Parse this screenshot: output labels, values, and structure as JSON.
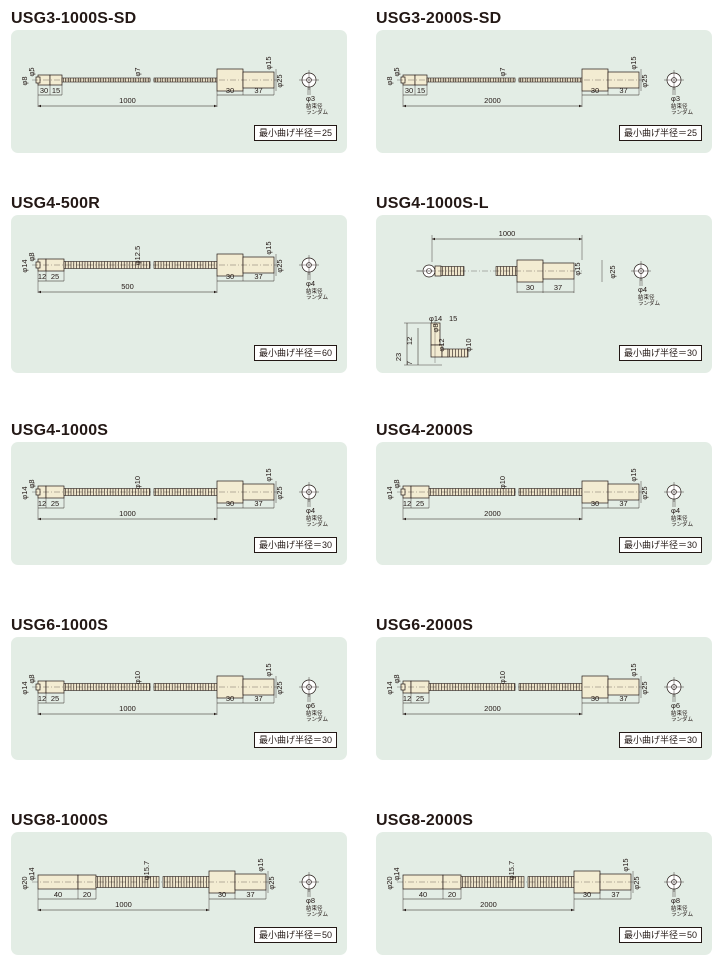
{
  "products": [
    {
      "id": "usg3-1000s-sd",
      "model": "USG3-1000S-SD",
      "type": "straight-sd",
      "min_bend_label": "最小曲げ半径＝25",
      "dims": {
        "d_ferrule": "φ8",
        "d_tip": "φ5",
        "d_hose": "φ7",
        "d_end": "φ15",
        "d_body": "φ25",
        "len1": "30",
        "len2": "15",
        "len_total": "1000",
        "len_a": "30",
        "len_b": "37",
        "d_bundle": "φ3"
      },
      "bundle_caption": [
        "結束径",
        "ランダム"
      ]
    },
    {
      "id": "usg3-2000s-sd",
      "model": "USG3-2000S-SD",
      "type": "straight-sd",
      "min_bend_label": "最小曲げ半径＝25",
      "dims": {
        "d_ferrule": "φ8",
        "d_tip": "φ5",
        "d_hose": "φ7",
        "d_end": "φ15",
        "d_body": "φ25",
        "len1": "30",
        "len2": "15",
        "len_total": "2000",
        "len_a": "30",
        "len_b": "37",
        "d_bundle": "φ3"
      },
      "bundle_caption": [
        "結束径",
        "ランダム"
      ]
    },
    {
      "id": "usg4-500r",
      "model": "USG4-500R",
      "type": "straight",
      "min_bend_label": "最小曲げ半径＝60",
      "dims": {
        "d_ferrule": "φ14",
        "d_tip": "φ8",
        "d_hose": "φ12.5",
        "d_end": "φ15",
        "d_body": "φ25",
        "len1": "12",
        "len2": "25",
        "len_total": "500",
        "len_a": "30",
        "len_b": "37",
        "d_bundle": "φ4"
      },
      "bundle_caption": [
        "結束径",
        "ランダム"
      ]
    },
    {
      "id": "usg4-1000s-l",
      "model": "USG4-1000S-L",
      "type": "l-type",
      "min_bend_label": "最小曲げ半径＝30",
      "dims": {
        "len_total": "1000",
        "d_end": "φ15",
        "d_body": "φ25",
        "len_a": "30",
        "len_b": "37",
        "d_bundle": "φ4",
        "l_d14": "φ14",
        "l_15": "15",
        "l_d8": "φ8",
        "l_12": "12",
        "l_23": "23",
        "l_d12": "φ12",
        "l_d10": "φ10",
        "l_7": "7"
      },
      "bundle_caption": [
        "結束径",
        "ランダム"
      ]
    },
    {
      "id": "usg4-1000s",
      "model": "USG4-1000S",
      "type": "straight",
      "min_bend_label": "最小曲げ半径＝30",
      "dims": {
        "d_ferrule": "φ14",
        "d_tip": "φ8",
        "d_hose": "φ10",
        "d_end": "φ15",
        "d_body": "φ25",
        "len1": "12",
        "len2": "25",
        "len_total": "1000",
        "len_a": "30",
        "len_b": "37",
        "d_bundle": "φ4"
      },
      "bundle_caption": [
        "結束径",
        "ランダム"
      ]
    },
    {
      "id": "usg4-2000s",
      "model": "USG4-2000S",
      "type": "straight",
      "min_bend_label": "最小曲げ半径＝30",
      "dims": {
        "d_ferrule": "φ14",
        "d_tip": "φ8",
        "d_hose": "φ10",
        "d_end": "φ15",
        "d_body": "φ25",
        "len1": "12",
        "len2": "25",
        "len_total": "2000",
        "len_a": "30",
        "len_b": "37",
        "d_bundle": "φ4"
      },
      "bundle_caption": [
        "結束径",
        "ランダム"
      ]
    },
    {
      "id": "usg6-1000s",
      "model": "USG6-1000S",
      "type": "straight",
      "min_bend_label": "最小曲げ半径＝30",
      "dims": {
        "d_ferrule": "φ14",
        "d_tip": "φ8",
        "d_hose": "φ10",
        "d_end": "φ15",
        "d_body": "φ25",
        "len1": "12",
        "len2": "25",
        "len_total": "1000",
        "len_a": "30",
        "len_b": "37",
        "d_bundle": "φ6"
      },
      "bundle_caption": [
        "結束径",
        "ランダム"
      ]
    },
    {
      "id": "usg6-2000s",
      "model": "USG6-2000S",
      "type": "straight",
      "min_bend_label": "最小曲げ半径＝30",
      "dims": {
        "d_ferrule": "φ14",
        "d_tip": "φ8",
        "d_hose": "φ10",
        "d_end": "φ15",
        "d_body": "φ25",
        "len1": "12",
        "len2": "25",
        "len_total": "2000",
        "len_a": "30",
        "len_b": "37",
        "d_bundle": "φ6"
      },
      "bundle_caption": [
        "結束径",
        "ランダム"
      ]
    },
    {
      "id": "usg8-1000s",
      "model": "USG8-1000S",
      "type": "straight-large",
      "min_bend_label": "最小曲げ半径＝50",
      "dims": {
        "d_ferrule": "φ20",
        "d_tip": "φ14",
        "d_hose": "φ15.7",
        "d_end": "φ15",
        "d_body": "φ25",
        "len1": "40",
        "len2": "20",
        "len_total": "1000",
        "len_a": "30",
        "len_b": "37",
        "d_bundle": "φ8"
      },
      "bundle_caption": [
        "結束径",
        "ランダム"
      ]
    },
    {
      "id": "usg8-2000s",
      "model": "USG8-2000S",
      "type": "straight-large",
      "min_bend_label": "最小曲げ半径＝50",
      "dims": {
        "d_ferrule": "φ20",
        "d_tip": "φ14",
        "d_hose": "φ15.7",
        "d_end": "φ15",
        "d_body": "φ25",
        "len1": "40",
        "len2": "20",
        "len_total": "2000",
        "len_a": "30",
        "len_b": "37",
        "d_bundle": "φ8"
      },
      "bundle_caption": [
        "結束径",
        "ランダム"
      ]
    }
  ],
  "colors": {
    "card_bg": "#e3ede5",
    "part_fill": "#f3ecd2",
    "ink": "#231815"
  }
}
